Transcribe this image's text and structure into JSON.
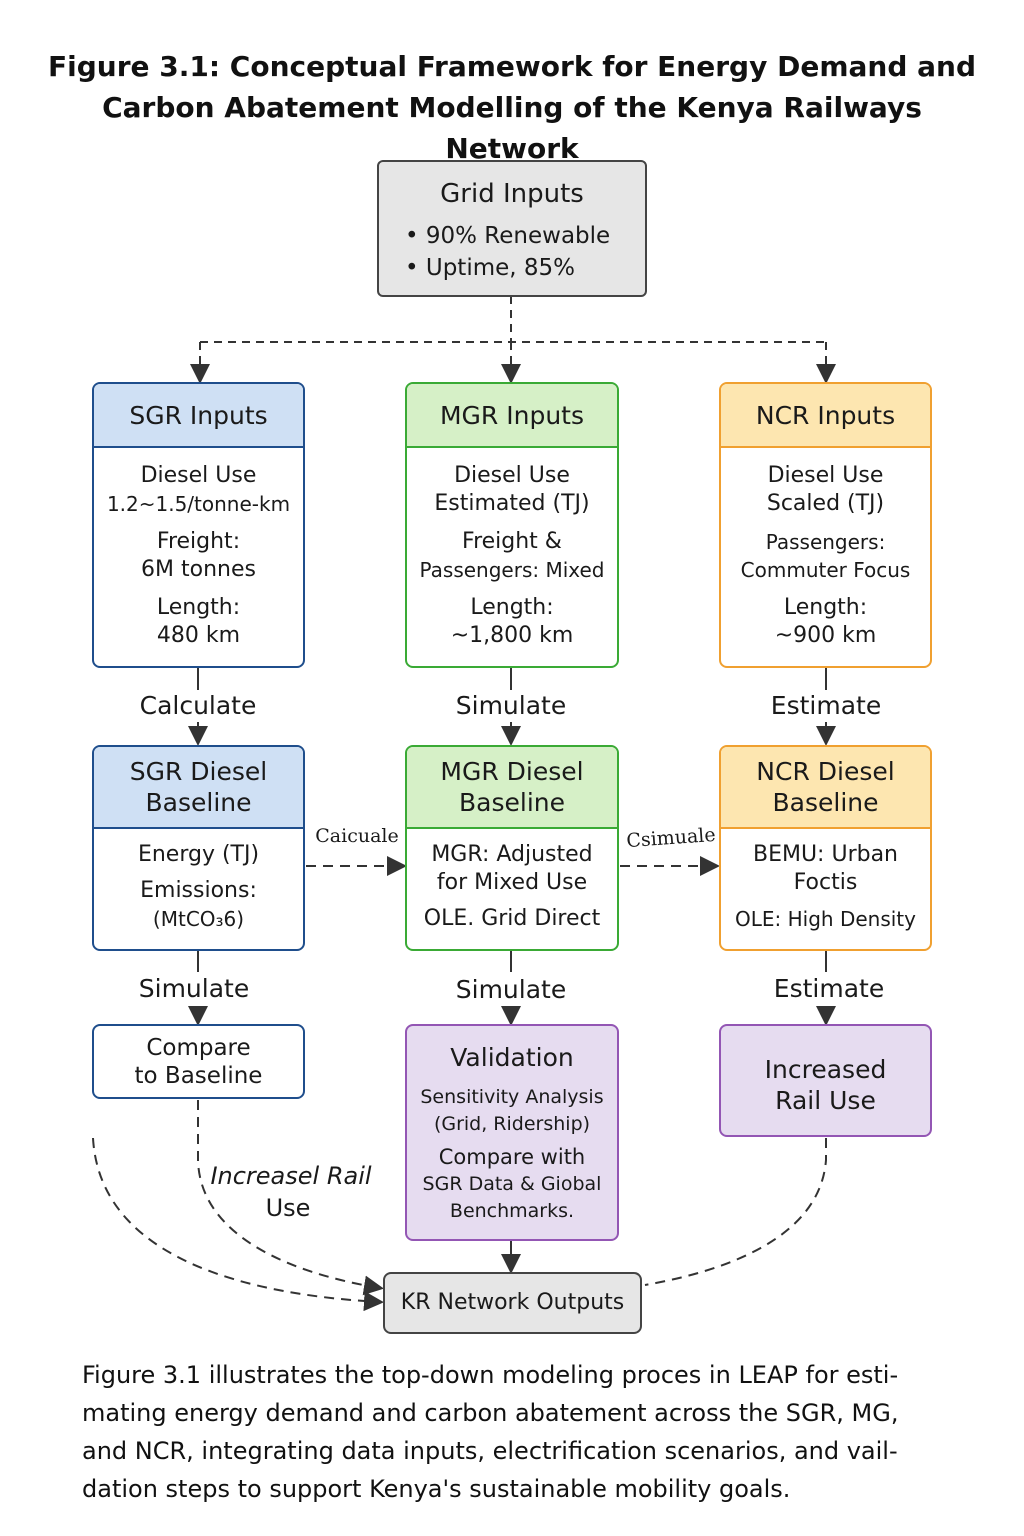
{
  "title": {
    "line1": "Figure 3.1: Conceptual Framework for Energy Demand and",
    "line2": "Carbon Abatement Modelling of the Kenya Railways Network"
  },
  "grid": {
    "title": "Grid Inputs",
    "items": [
      "• 90% Renewable",
      "• Uptime, 85%"
    ]
  },
  "sgr_inputs": {
    "title": "SGR Inputs",
    "lines": [
      "Diesel Use",
      "1.2~1.5/tonne-km",
      "Freight:",
      "6M tonnes",
      "Length:",
      "480 km"
    ]
  },
  "mgr_inputs": {
    "title": "MGR Inputs",
    "lines": [
      "Diesel Use",
      "Estimated (TJ)",
      "Freight &",
      "Passengers: Mixed",
      "Length:",
      "~1,800 km"
    ]
  },
  "ncr_inputs": {
    "title": "NCR Inputs",
    "lines": [
      "Diesel Use",
      "Scaled (TJ)",
      "Passengers:",
      "Commuter Focus",
      "Length:",
      "~900 km"
    ]
  },
  "labels": {
    "calculate": "Calculate",
    "simulate_mgr": "Simulate",
    "estimate_ncr": "Estimate",
    "caicuale": "Caicuale",
    "csimuale": "Csimuale",
    "simulate_sgr2": "Simulate",
    "simulate_mgr2": "Simulate",
    "estimate_ncr2": "Estimate",
    "increased_rail_use_a": "Increasel Rail",
    "increased_rail_use_b": "Use"
  },
  "sgr_baseline": {
    "title_a": "SGR Diesel",
    "title_b": "Baseline",
    "lines": [
      "Energy (TJ)",
      "Emissions:",
      "(MtCO₃6)"
    ]
  },
  "mgr_baseline": {
    "title_a": "MGR Diesel",
    "title_b": "Baseline",
    "lines": [
      "MGR: Adjusted",
      "for Mixed Use",
      "OLE. Grid Direct"
    ]
  },
  "ncr_baseline": {
    "title_a": "NCR Diesel",
    "title_b": "Baseline",
    "lines": [
      "BEMU: Urban",
      "Foctis",
      "OLE: High Density"
    ]
  },
  "compare": {
    "line1": "Compare",
    "line2": "to Baseline"
  },
  "validation": {
    "title": "Validation",
    "lines": [
      "Sensitivity Analysis",
      "(Grid, Ridership)",
      "Compare with",
      "SGR Data & Giobal",
      "Benchmarks."
    ]
  },
  "increased": {
    "line1": "Increased",
    "line2": "Rail Use"
  },
  "outputs": {
    "title": "KR Network Outputs"
  },
  "caption": {
    "lines": [
      "Figure 3.1 illustrates the top-down modeling proces in LEAP for esti-",
      "mating energy demand and carbon abatement across the SGR, MG,",
      "and NCR, integrating data inputs, electrification scenarios, and vail-",
      "dation steps to support Kenya's sustainable mobility goals."
    ]
  },
  "colors": {
    "sgr": "#1f4e8c",
    "mgr": "#3aaa35",
    "ncr": "#f0a030",
    "purple": "#9356b4",
    "grey": "#e6e6e6"
  }
}
